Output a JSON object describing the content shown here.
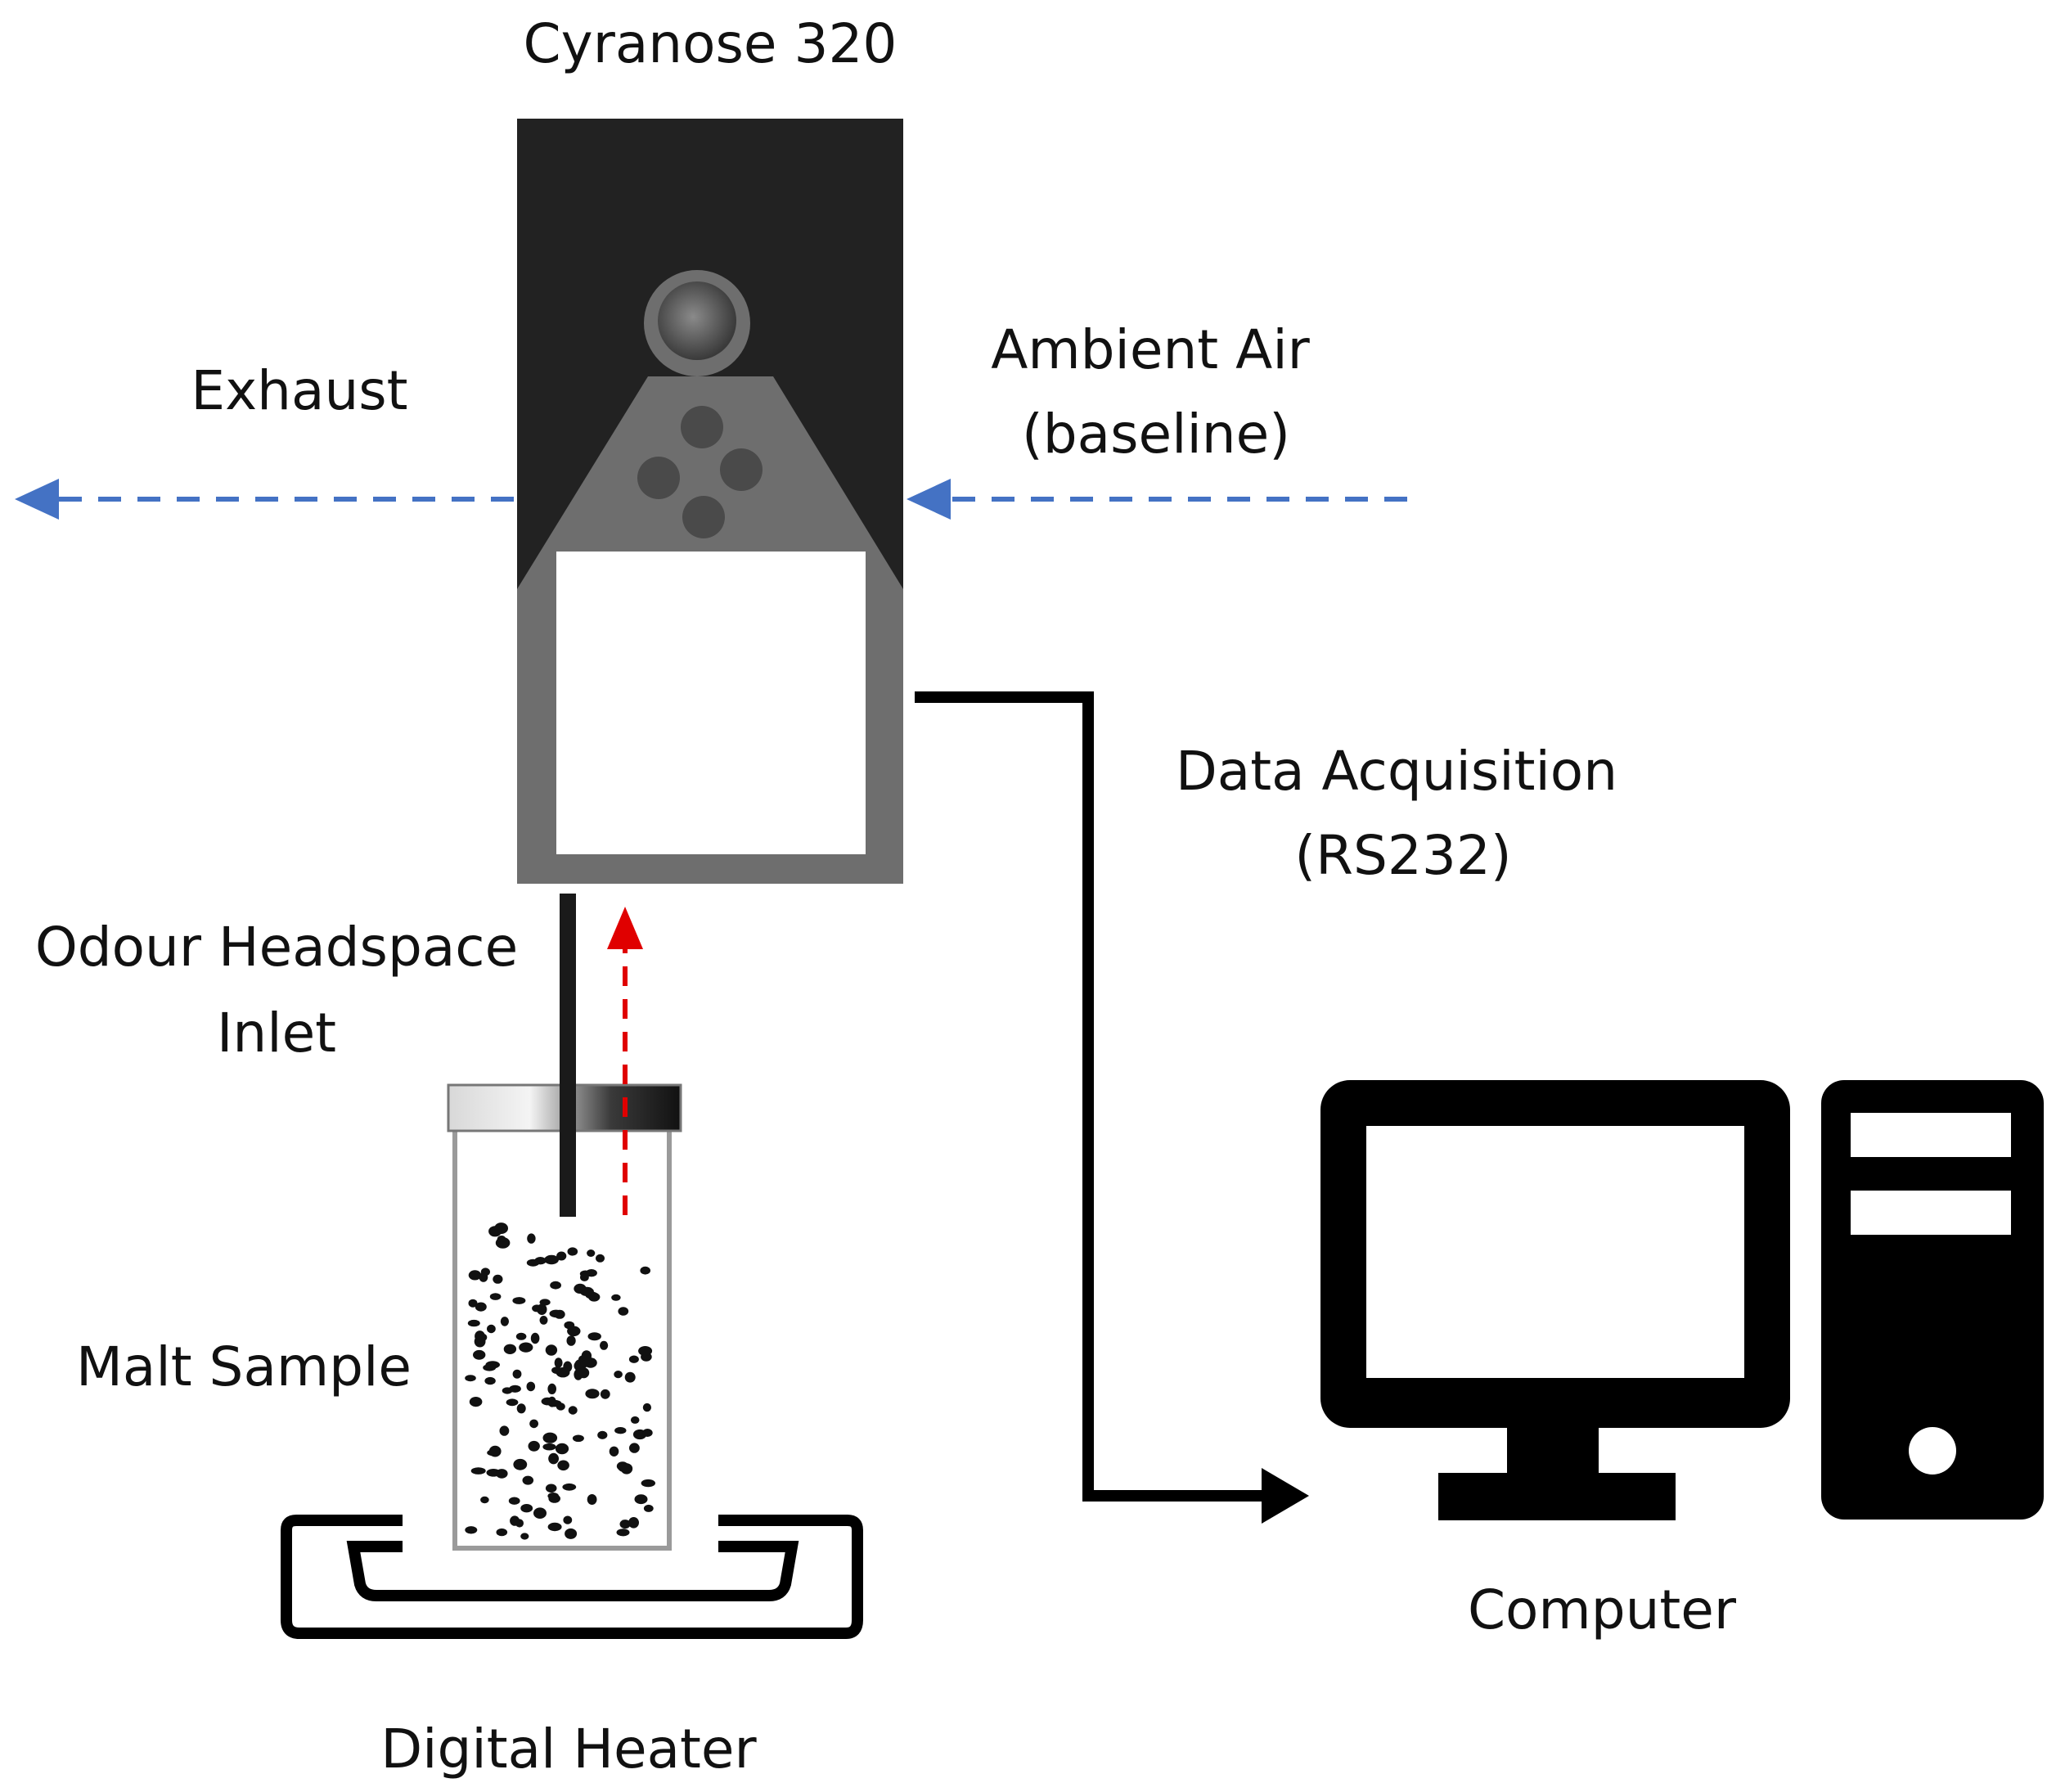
{
  "labels": {
    "device": "Cyranose 320",
    "exhaust": "Exhaust",
    "ambient_line1": "Ambient Air",
    "ambient_line2": "(baseline)",
    "daq_line1": "Data Acquisition",
    "daq_line2": "(RS232)",
    "odour_line1": "Odour Headspace",
    "odour_line2": "Inlet",
    "malt": "Malt Sample",
    "heater": "Digital Heater",
    "computer": "Computer"
  },
  "colors": {
    "airflow_arrow": "#4472C4",
    "sample_flow_arrow": "#E00000",
    "device_body": "#222222",
    "device_panel": "#6e6e6e",
    "lines": "#000000"
  },
  "icons": {
    "device": "electronic-nose-icon",
    "sample": "sample-vial-icon",
    "heater": "heater-tray-icon",
    "computer": "desktop-computer-icon"
  }
}
